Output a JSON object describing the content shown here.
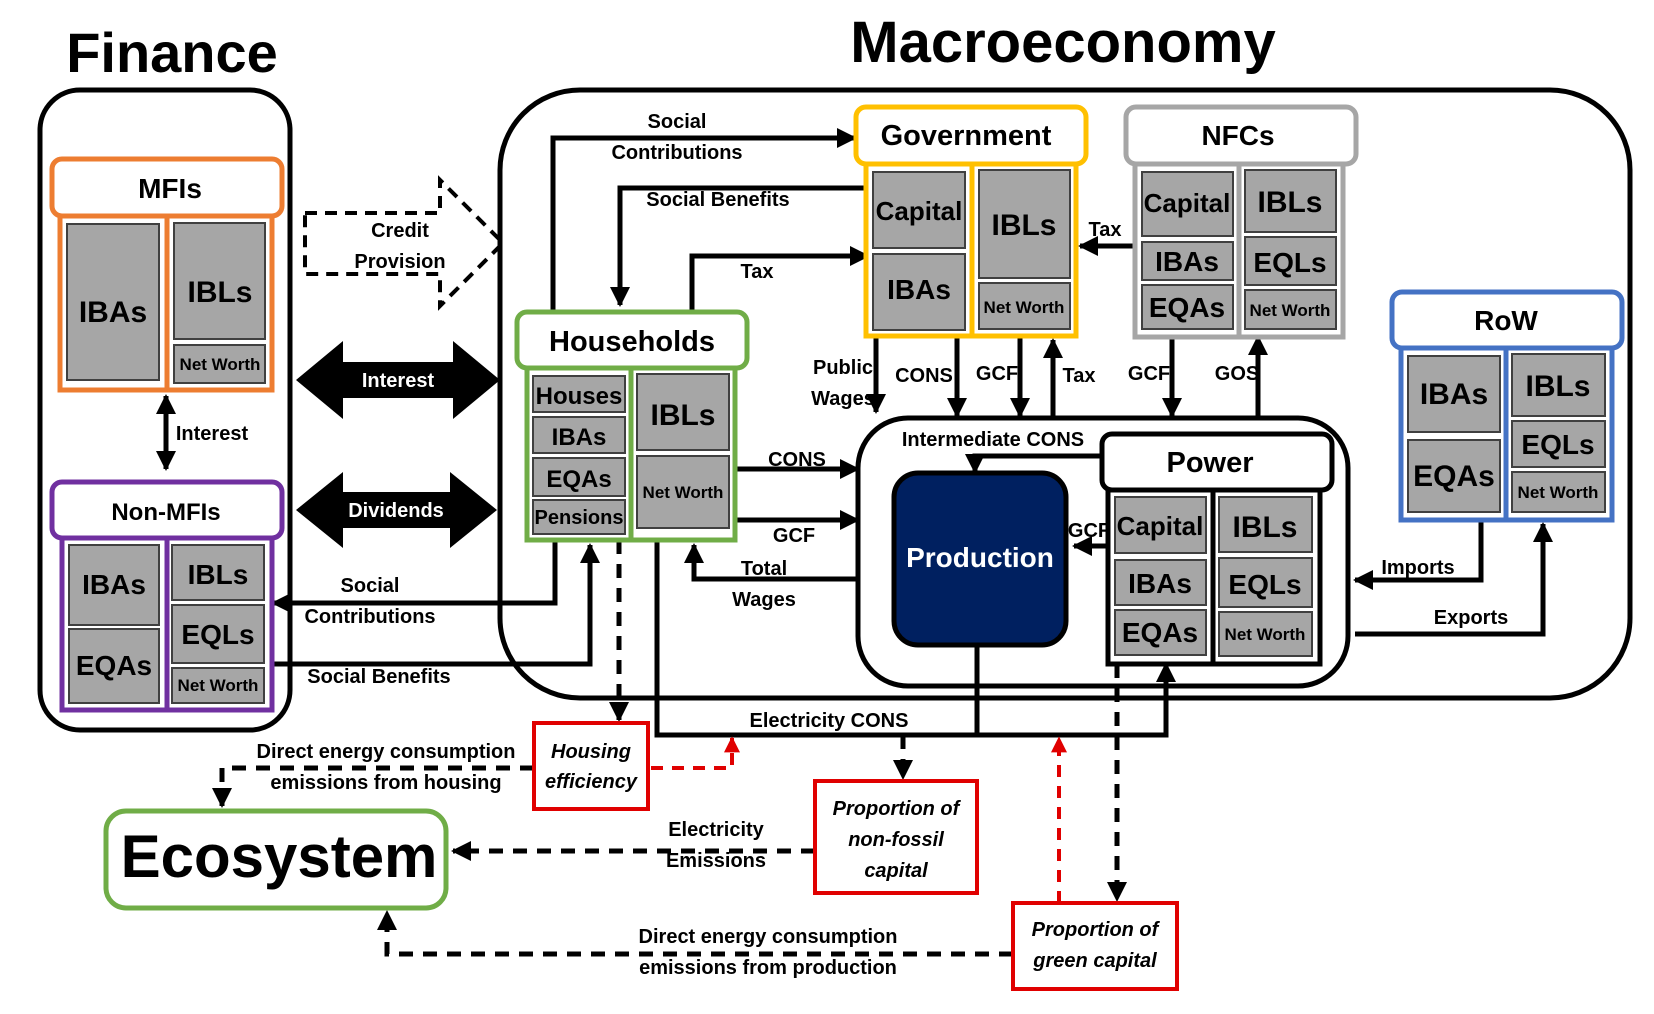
{
  "titles": {
    "finance": "Finance",
    "macro": "Macroeconomy"
  },
  "colors": {
    "orange": "#ed7d31",
    "purple": "#7030a0",
    "green": "#70ad47",
    "yellow": "#ffc000",
    "grey": "#a6a6a6",
    "blue": "#4472c4",
    "red": "#e00000",
    "navy": "#002060"
  },
  "sectors": {
    "mfis": {
      "title": "MFIs",
      "assets": [
        "IBAs"
      ],
      "liabilities": [
        "IBLs",
        "Net Worth"
      ]
    },
    "non_mfis": {
      "title": "Non-MFIs",
      "assets": [
        "IBAs",
        "EQAs"
      ],
      "liabilities": [
        "IBLs",
        "EQLs",
        "Net Worth"
      ]
    },
    "households": {
      "title": "Households",
      "assets": [
        "Houses",
        "IBAs",
        "EQAs",
        "Pensions"
      ],
      "liabilities": [
        "IBLs",
        "Net Worth"
      ]
    },
    "government": {
      "title": "Government",
      "assets": [
        "Capital",
        "IBAs"
      ],
      "liabilities": [
        "IBLs",
        "Net Worth"
      ]
    },
    "nfcs": {
      "title": "NFCs",
      "assets": [
        "Capital",
        "IBAs",
        "EQAs"
      ],
      "liabilities": [
        "IBLs",
        "EQLs",
        "Net Worth"
      ]
    },
    "row": {
      "title": "RoW",
      "assets": [
        "IBAs",
        "EQAs"
      ],
      "liabilities": [
        "IBLs",
        "EQLs",
        "Net Worth"
      ]
    },
    "power": {
      "title": "Power",
      "assets": [
        "Capital",
        "IBAs",
        "EQAs"
      ],
      "liabilities": [
        "IBLs",
        "EQLs",
        "Net Worth"
      ]
    }
  },
  "production": "Production",
  "ecosystem": "Ecosystem",
  "red_boxes": {
    "housing": [
      "Housing",
      "efficiency"
    ],
    "nonfossil": [
      "Proportion of",
      "non-fossil",
      "capital"
    ],
    "green": [
      "Proportion of",
      "green capital"
    ]
  },
  "flows": {
    "credit": [
      "Credit",
      "Provision"
    ],
    "interest_big": "Interest",
    "dividends": "Dividends",
    "interest_small": "Interest",
    "social_contrib_top": [
      "Social",
      "Contributions"
    ],
    "social_benefits_top": "Social Benefits",
    "tax_hh": "Tax",
    "tax_nfc": "Tax",
    "public_wages": [
      "Public",
      "Wages"
    ],
    "cons_gov": "CONS",
    "gcf_gov": "GCF",
    "tax_prod": "Tax",
    "gcf_nfc": "GCF",
    "gos": "GOS",
    "intermediate_cons": "Intermediate CONS",
    "cons_hh": "CONS",
    "gcf_hh": "GCF",
    "total_wages": [
      "Total",
      "Wages"
    ],
    "gcf_power": "GCF",
    "social_contrib_fin": [
      "Social",
      "Contributions"
    ],
    "social_benefits_fin": "Social Benefits",
    "imports": "Imports",
    "exports": "Exports",
    "electricity_cons": "Electricity CONS",
    "emis_housing": [
      "Direct energy consumption",
      "emissions from housing"
    ],
    "emis_electricity": [
      "Electricity",
      "Emissions"
    ],
    "emis_production": [
      "Direct energy consumption",
      "emissions from production"
    ]
  }
}
